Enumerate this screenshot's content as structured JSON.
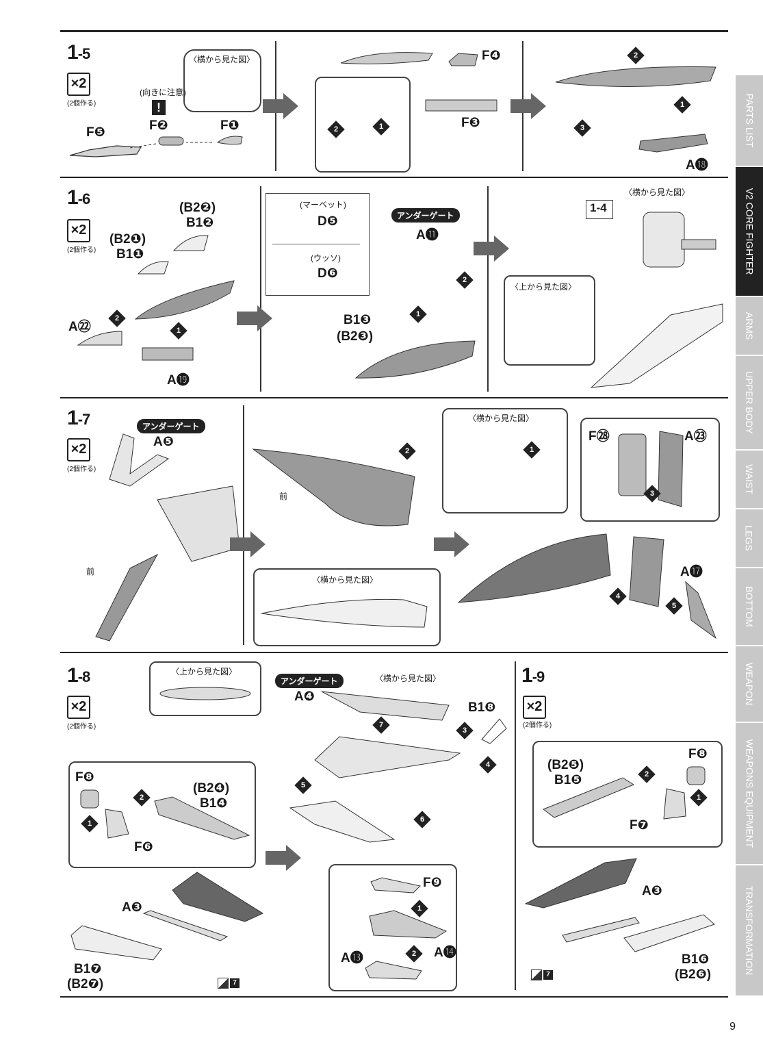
{
  "sidebar": {
    "tabs": [
      "PARTS LIST",
      "V2 CORE FIGHTER",
      "ARMS",
      "UPPER BODY",
      "WAIST",
      "LEGS",
      "BOTTOM",
      "WEAPON",
      "WEAPONS EQUIPMENT",
      "TRANSFORMATION"
    ],
    "active_index": 1
  },
  "common": {
    "x2": "×2",
    "make2": "(2個作る)",
    "side_view": "〈横から見た図〉",
    "top_view": "〈上から見た図〉",
    "under_gate": "アンダーゲート",
    "front": "前"
  },
  "s15": {
    "num": "1",
    "sub": "-5",
    "caution": "(向きに注意)",
    "warn": "!",
    "labels": {
      "f5": "F❺",
      "f2": "F❷",
      "f1": "F❶",
      "f4": "F❹",
      "f3": "F❸",
      "a18": "A⓲"
    }
  },
  "s16": {
    "num": "1",
    "sub": "-6",
    "labels": {
      "b22": "(B2❷)",
      "b12": "B1❷",
      "b21": "(B2❶)",
      "b11": "B1❶",
      "a22": "A㉒",
      "a19": "A⓳",
      "marvet": "(マーベット)",
      "d5": "D❺",
      "usso": "(ウッソ)",
      "d6": "D❻",
      "a11": "A⓫",
      "b13": "B1❸",
      "b23": "(B2❸)",
      "ref": "1-4"
    }
  },
  "s17": {
    "num": "1",
    "sub": "-7",
    "labels": {
      "a5": "A❺",
      "f28": "F㉘",
      "a23": "A㉓",
      "a17": "A⓱"
    }
  },
  "s18": {
    "num": "1",
    "sub": "-8",
    "labels": {
      "a4": "A❹",
      "b18": "B1❽",
      "f8": "F❽",
      "b24": "(B2❹)",
      "b14": "B1❹",
      "f6": "F❻",
      "a3": "A❸",
      "b17": "B1❼",
      "b27": "(B2❼)",
      "f9": "F❾",
      "a13": "A⓭",
      "a14": "A⓮",
      "sticker": "7"
    }
  },
  "s19": {
    "num": "1",
    "sub": "-9",
    "labels": {
      "f8": "F❽",
      "b25": "(B2❺)",
      "b15": "B1❺",
      "f7": "F❼",
      "a3": "A❸",
      "b16": "B1❻",
      "b26": "(B2❻)",
      "sticker": "7"
    }
  },
  "page_number": "9"
}
